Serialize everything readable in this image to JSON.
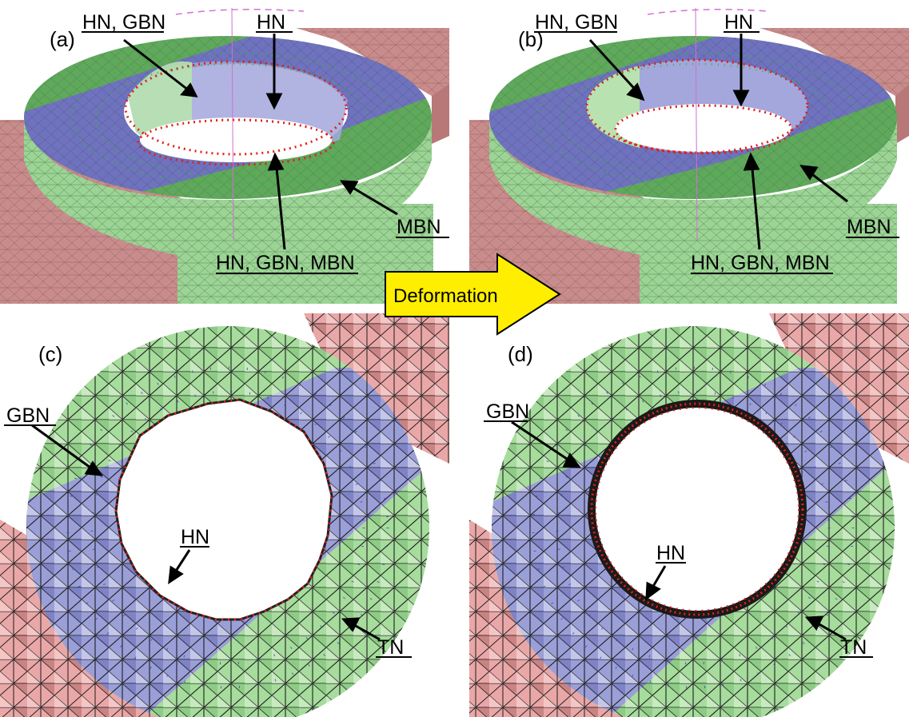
{
  "panels": {
    "a": {
      "label": "(a)"
    },
    "b": {
      "label": "(b)"
    },
    "c": {
      "label": "(c)"
    },
    "d": {
      "label": "(d)"
    }
  },
  "callouts": {
    "a_hn_gbn": "HN, GBN",
    "a_hn": "HN",
    "a_mbn": "MBN",
    "a_hn_gbn_mbn": "HN, GBN, MBN",
    "b_hn_gbn": "HN, GBN",
    "b_hn": "HN",
    "b_mbn": "MBN",
    "b_hn_gbn_mbn": "HN, GBN, MBN",
    "c_gbn": "GBN",
    "c_hn": "HN",
    "c_tn": "TN",
    "d_gbn": "GBN",
    "d_hn": "HN",
    "d_tn": "TN"
  },
  "transition_arrow": {
    "label": "Deformation"
  },
  "colors": {
    "red_region": "#c98c8c",
    "red_region_light": "#eab3b3",
    "green_region": "#7fc47a",
    "green_region_dark": "#4e9a4e",
    "green_region_light": "#b9e3b0",
    "blue_region": "#8b8fc8",
    "blue_region_light": "#b9bce6",
    "hole_node": "#e0201a",
    "mesh_node_green": "#2fbf2f",
    "mesh_node_blue": "#3a44b8",
    "arrow_fill": "#ffee00",
    "mesh_line": "#333333"
  },
  "icons": {
    "transition": "right-arrow-icon"
  }
}
